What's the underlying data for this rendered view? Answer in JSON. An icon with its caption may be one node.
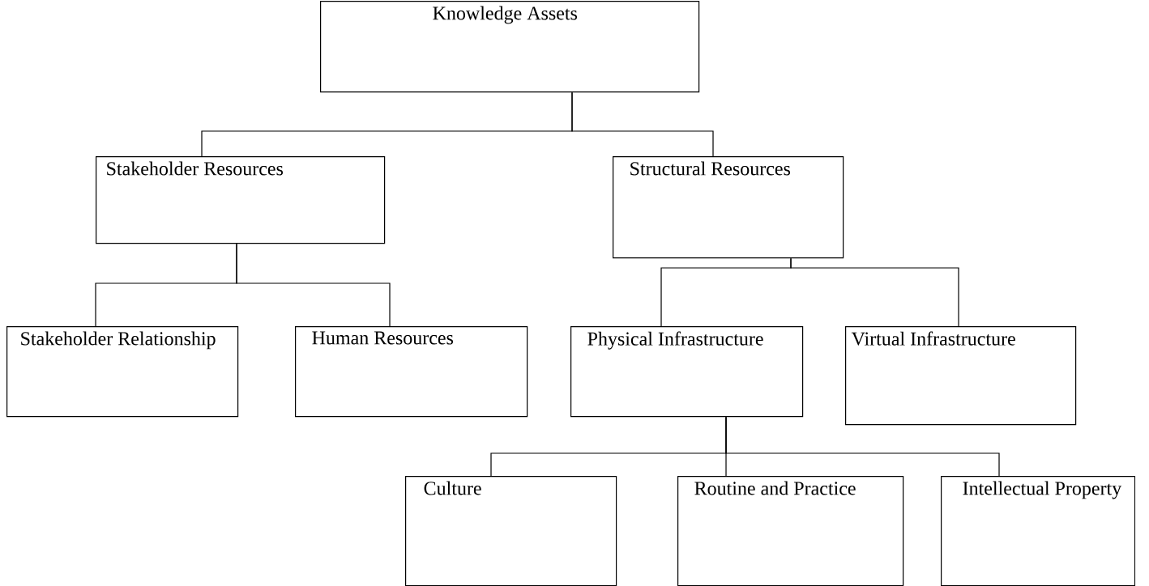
{
  "diagram": {
    "nodes": [
      {
        "text": [
          "Knowledge Assets"
        ]
      },
      {
        "text": [
          "Stakeholder Resources"
        ]
      },
      {
        "text": [
          "Structural Resources"
        ]
      },
      {
        "text": [
          "Stakeholder Relationship"
        ]
      },
      {
        "text": [
          "Human Resources"
        ]
      },
      {
        "text": [
          "Physical Infrastructure"
        ]
      },
      {
        "text": [
          "Virtual Infrastructure"
        ]
      },
      {
        "text": [
          "Culture"
        ]
      },
      {
        "text": [
          "Routine and Practice"
        ]
      },
      {
        "text": [
          "Intellectual Property"
        ]
      }
    ],
    "edges": [
      {
        "from": 0,
        "to": 1,
        "arrow": "none"
      },
      {
        "from": 0,
        "to": 2,
        "arrow": "none"
      },
      {
        "from": 1,
        "to": 3,
        "arrow": "none"
      },
      {
        "from": 1,
        "to": 4,
        "arrow": "none"
      },
      {
        "from": 2,
        "to": 5,
        "arrow": "none"
      },
      {
        "from": 2,
        "to": 6,
        "arrow": "none"
      },
      {
        "from": 5,
        "to": 7,
        "arrow": "none"
      },
      {
        "from": 5,
        "to": 8,
        "arrow": "none"
      },
      {
        "from": 5,
        "to": 9,
        "arrow": "none"
      }
    ]
  }
}
